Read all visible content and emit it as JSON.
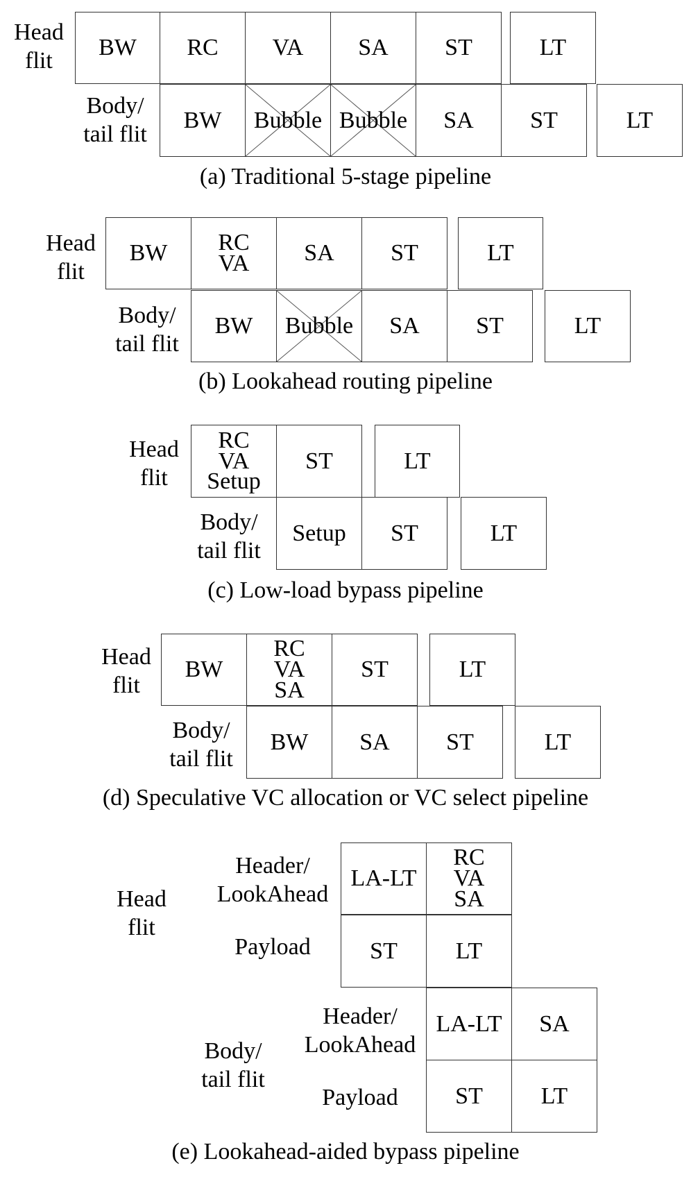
{
  "labels": {
    "head_flit": [
      "Head",
      "flit"
    ],
    "body_tail_flit": [
      "Body/",
      "tail flit"
    ],
    "header_lookahead": [
      "Header/",
      "LookAhead"
    ],
    "payload": "Payload"
  },
  "stages": {
    "bw": "BW",
    "rc": "RC",
    "va": "VA",
    "sa": "SA",
    "st": "ST",
    "lt": "LT",
    "bubble": "Bubble",
    "setup": "Setup",
    "la_lt": "LA-LT"
  },
  "captions": {
    "a": "(a) Traditional 5-stage pipeline",
    "b": "(b) Lookahead routing pipeline",
    "c": "(c) Low-load bypass pipeline",
    "d": "(d) Speculative VC allocation or VC select pipeline",
    "e": "(e) Lookahead-aided bypass pipeline"
  }
}
